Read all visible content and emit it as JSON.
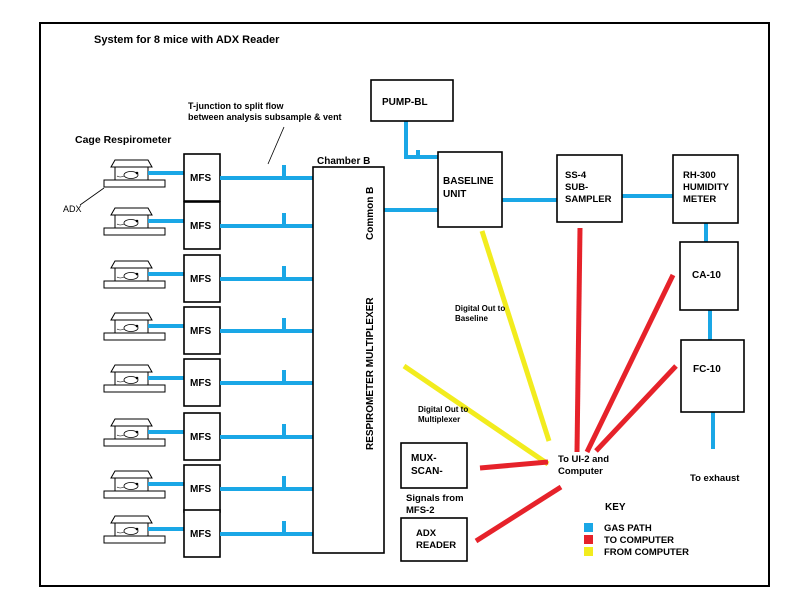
{
  "title": "System for 8 mice with ADX Reader",
  "labels": {
    "cage_respirometer": "Cage Respirometer",
    "adx": "ADX",
    "tjunction_line1": "T-junction to split flow",
    "tjunction_line2": "between analysis subsample & vent",
    "chamber_b": "Chamber B",
    "common_b": "Common B",
    "multiplexer": "RESPIROMETER MULTIPLEXER",
    "digital_out_baseline_1": "Digital Out to",
    "digital_out_baseline_2": "Baseline",
    "digital_out_mux_1": "Digital Out to",
    "digital_out_mux_2": "Multiplexer",
    "signals_mfs_1": "Signals from",
    "signals_mfs_2": "MFS-2",
    "to_ui2_1": "To UI-2 and",
    "to_ui2_2": "Computer",
    "to_exhaust": "To exhaust"
  },
  "channels": [
    "1",
    "2",
    "3",
    "4",
    "5",
    "6",
    "7",
    "8"
  ],
  "mfs_label": "MFS",
  "boxes": {
    "pump": "PUMP-BL",
    "baseline_1": "BASELINE",
    "baseline_2": "UNIT",
    "ss4_1": "SS-4",
    "ss4_2": "SUB-",
    "ss4_3": "SAMPLER",
    "rh300_1": "RH-300",
    "rh300_2": "HUMIDITY",
    "rh300_3": "METER",
    "ca10": "CA-10",
    "fc10": "FC-10",
    "muxscan_1": "MUX-",
    "muxscan_2": "SCAN-",
    "adxreader_1": "ADX",
    "adxreader_2": "READER"
  },
  "key": {
    "title": "KEY",
    "items": [
      {
        "label": "GAS PATH",
        "color": "#1aa7e6"
      },
      {
        "label": "TO COMPUTER",
        "color": "#e6222a"
      },
      {
        "label": "FROM COMPUTER",
        "color": "#f2ec1e"
      }
    ]
  },
  "colors": {
    "gas": "#1aa7e6",
    "to_computer": "#e6222a",
    "from_computer": "#f2ec1e"
  }
}
